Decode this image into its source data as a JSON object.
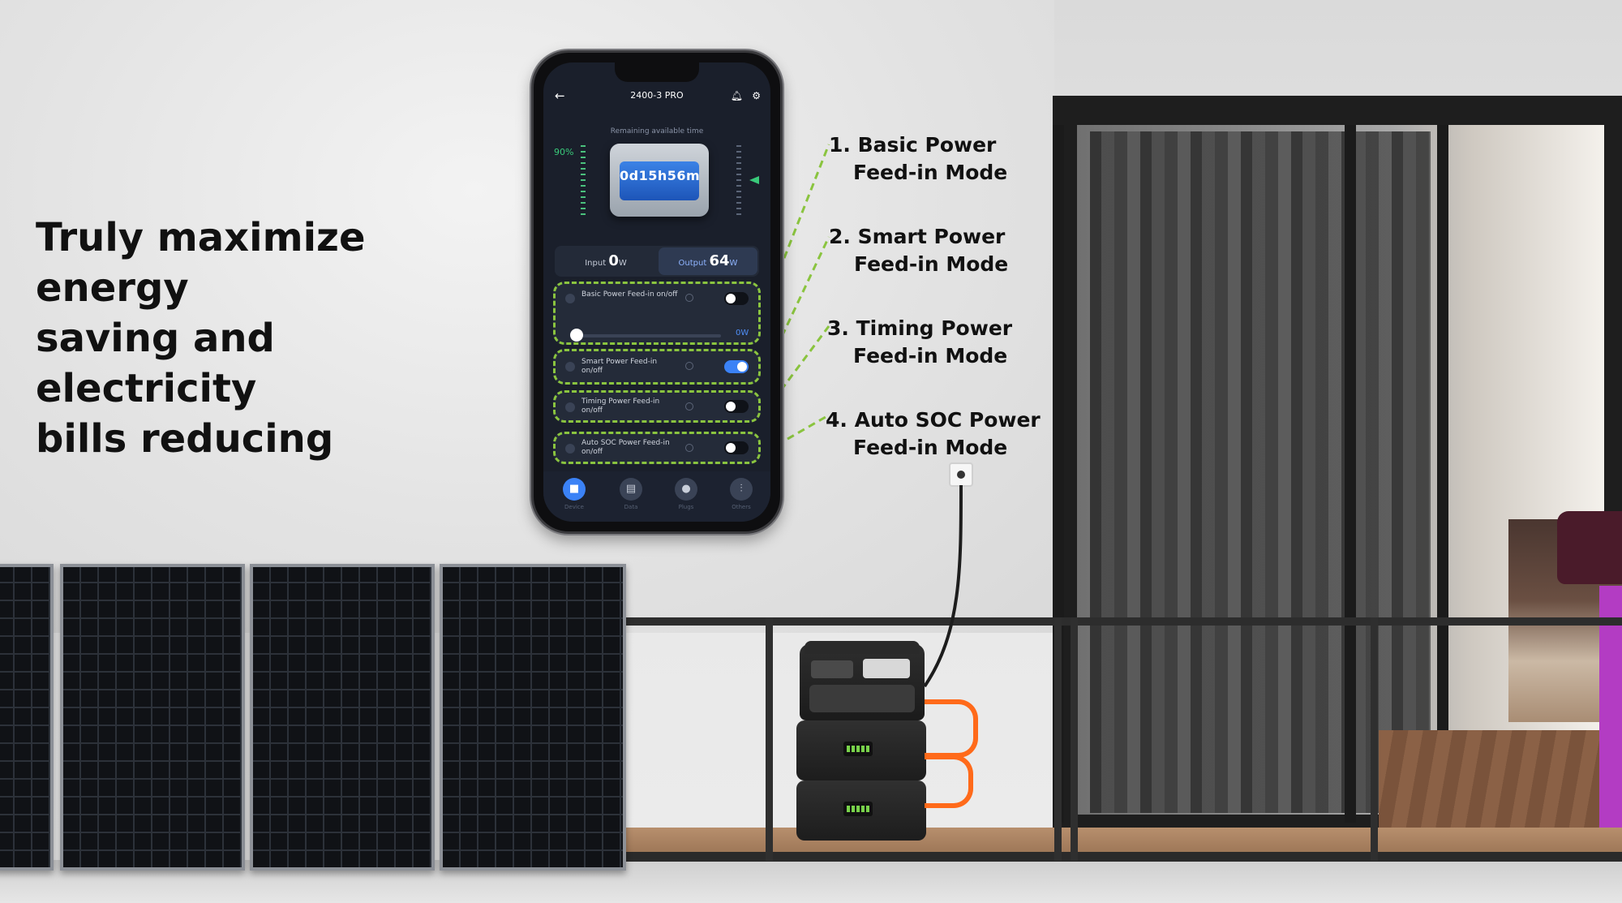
{
  "headline": {
    "line1": "Truly maximize energy",
    "line2": "saving and electricity",
    "line3": "bills reducing"
  },
  "phone": {
    "app_title": "2400-3 PRO",
    "remaining_label": "Remaining available time",
    "battery_percent": "90%",
    "remaining_time": "0d15h56m",
    "input": {
      "label": "Input",
      "value": "0",
      "unit": "W"
    },
    "output": {
      "label": "Output",
      "value": "64",
      "unit": "W"
    },
    "modes": [
      {
        "label": "Basic Power Feed-in on/off",
        "on": false,
        "slider_value": "0W"
      },
      {
        "label": "Smart Power Feed-in on/off",
        "on": true
      },
      {
        "label": "Timing Power Feed-in on/off",
        "on": false
      },
      {
        "label": "Auto SOC Power Feed-in on/off",
        "on": false
      }
    ],
    "tabs": [
      {
        "label": "Device",
        "icon": "device-icon",
        "active": true
      },
      {
        "label": "Data",
        "icon": "data-icon",
        "active": false
      },
      {
        "label": "Plugs",
        "icon": "plugs-icon",
        "active": false
      },
      {
        "label": "Others",
        "icon": "others-icon",
        "active": false
      }
    ]
  },
  "callouts": [
    {
      "line1": "1. Basic Power",
      "line2": "Feed-in Mode"
    },
    {
      "line1": "2. Smart Power",
      "line2": "Feed-in Mode"
    },
    {
      "line1": "3. Timing Power",
      "line2": "Feed-in Mode"
    },
    {
      "line1": "4. Auto SOC Power",
      "line2": "Feed-in Mode"
    }
  ],
  "colors": {
    "highlight_dash": "#8ac43f",
    "cable_orange": "#ff6a1a",
    "toggle_on": "#3b82f6",
    "battery_green": "#39c97a"
  }
}
